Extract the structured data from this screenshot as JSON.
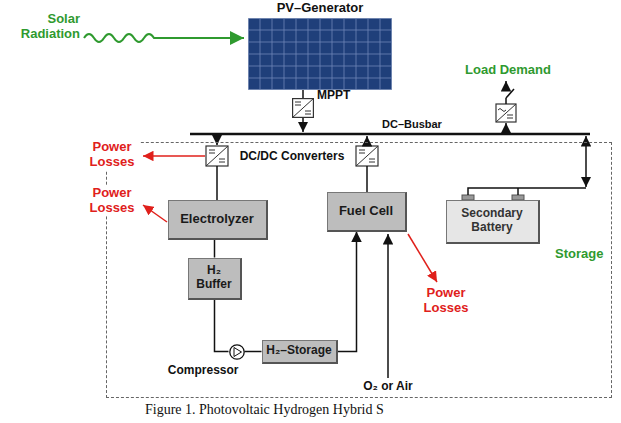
{
  "diagram": {
    "caption": "Figure 1. Photovoltaic Hydrogen Hybrid S",
    "nodes": [
      {
        "text": [
          "PV–Generator"
        ]
      },
      {
        "text": [
          "MPPT"
        ]
      },
      {
        "text": [
          "Storage"
        ]
      },
      {
        "text": [
          "Electrolyzer"
        ],
        "in": 2
      },
      {
        "text": [
          "Fuel Cell"
        ],
        "in": 2
      },
      {
        "text": [
          "Secondary Battery"
        ],
        "in": 2
      },
      {
        "text": [
          "H₂ Buffer"
        ],
        "in": 2
      },
      {
        "text": [
          "Compressor"
        ],
        "in": 2
      },
      {
        "text": [
          "H₂–Storage"
        ],
        "in": 2
      }
    ],
    "edges": [
      {
        "from": 0,
        "to": 1,
        "arrow": "none"
      },
      {
        "from": 3,
        "to": 6,
        "arrow": "none"
      },
      {
        "from": 6,
        "to": 7,
        "arrow": "none"
      },
      {
        "from": 7,
        "to": 8,
        "arrow": "none"
      },
      {
        "from": 8,
        "to": 4,
        "arrow": "to"
      }
    ],
    "labels": [
      "Solar Radiation",
      "DC–Busbar",
      "Load Demand",
      "DC/DC Converters",
      "Power Losses",
      "Power Losses",
      "Power Losses",
      "O₂ or Air"
    ]
  }
}
